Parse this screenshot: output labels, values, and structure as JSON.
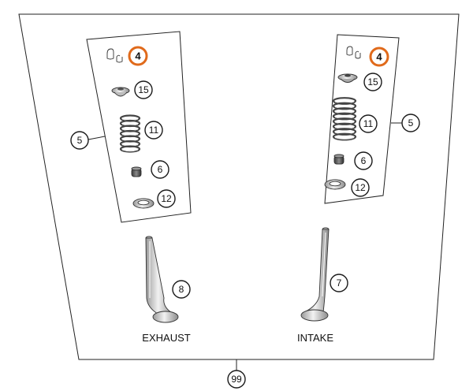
{
  "highlight_color": "#e06a1b",
  "captions": {
    "exhaust": "EXHAUST",
    "intake": "INTAKE"
  },
  "callouts": {
    "assembly": "99",
    "exhaust_valve": "8",
    "intake_valve": "7",
    "left": {
      "keepers": "4",
      "retainer": "15",
      "spring": "11",
      "seal": "6",
      "seat": "12",
      "kit": "5"
    },
    "right": {
      "keepers": "4",
      "retainer": "15",
      "spring": "11",
      "seal": "6",
      "seat": "12",
      "kit": "5"
    }
  }
}
